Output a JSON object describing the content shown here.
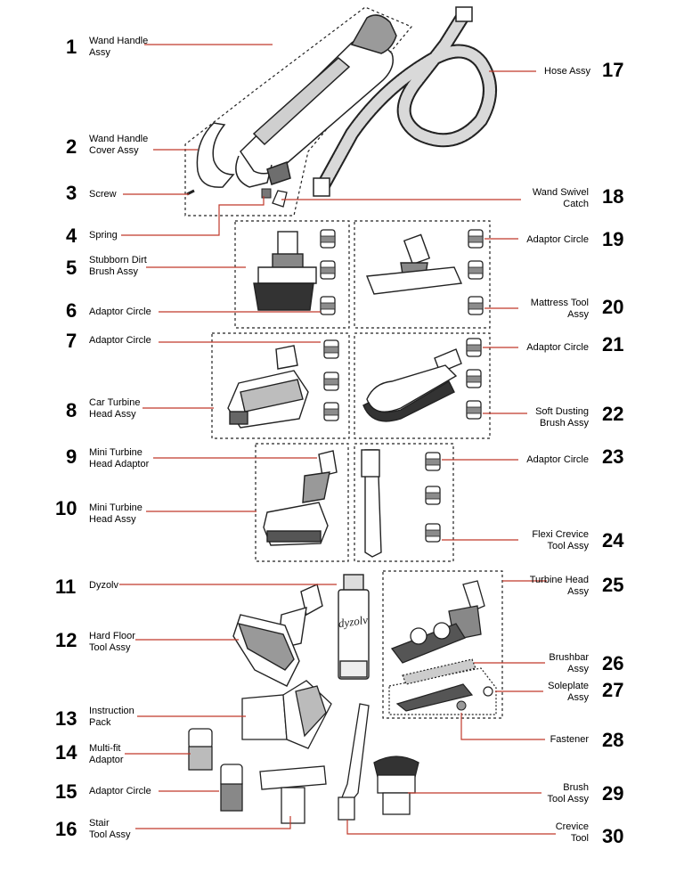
{
  "parts": [
    {
      "number": "1",
      "label": "Wand Handle\nAssy"
    },
    {
      "number": "2",
      "label": "Wand Handle\nCover Assy"
    },
    {
      "number": "3",
      "label": "Screw"
    },
    {
      "number": "4",
      "label": "Spring"
    },
    {
      "number": "5",
      "label": "Stubborn Dirt\nBrush Assy"
    },
    {
      "number": "6",
      "label": "Adaptor Circle"
    },
    {
      "number": "7",
      "label": "Adaptor Circle"
    },
    {
      "number": "8",
      "label": "Car Turbine\nHead Assy"
    },
    {
      "number": "9",
      "label": "Mini Turbine\nHead Adaptor"
    },
    {
      "number": "10",
      "label": "Mini Turbine\nHead Assy"
    },
    {
      "number": "11",
      "label": "Dyzolv"
    },
    {
      "number": "12",
      "label": "Hard Floor\nTool Assy"
    },
    {
      "number": "13",
      "label": "Instruction\nPack"
    },
    {
      "number": "14",
      "label": "Multi-fit\nAdaptor"
    },
    {
      "number": "15",
      "label": "Adaptor Circle"
    },
    {
      "number": "16",
      "label": "Stair\nTool Assy"
    },
    {
      "number": "17",
      "label": "Hose Assy"
    },
    {
      "number": "18",
      "label": "Wand Swivel\nCatch"
    },
    {
      "number": "19",
      "label": "Adaptor Circle"
    },
    {
      "number": "20",
      "label": "Mattress Tool\nAssy"
    },
    {
      "number": "21",
      "label": "Adaptor Circle"
    },
    {
      "number": "22",
      "label": "Soft Dusting\nBrush Assy"
    },
    {
      "number": "23",
      "label": "Adaptor Circle"
    },
    {
      "number": "24",
      "label": "Flexi Crevice\nTool Assy"
    },
    {
      "number": "25",
      "label": "Turbine Head\nAssy"
    },
    {
      "number": "26",
      "label": "Brushbar\nAssy"
    },
    {
      "number": "27",
      "label": "Soleplate\nAssy"
    },
    {
      "number": "28",
      "label": "Fastener"
    },
    {
      "number": "29",
      "label": "Brush\nTool Assy"
    },
    {
      "number": "30",
      "label": "Crevice\nTool"
    }
  ],
  "dyzolv_can_text": "dyzolv",
  "colors": {
    "leader_line": "#c0392b",
    "outline": "#222222",
    "shade": "#9a9a9a"
  }
}
